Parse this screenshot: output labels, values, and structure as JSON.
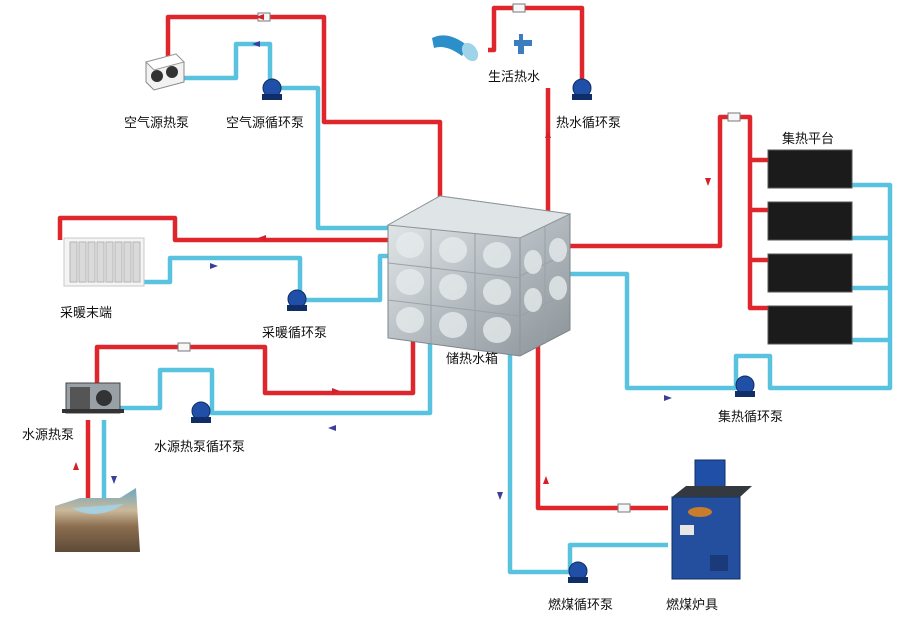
{
  "labels": {
    "air_source_heat_pump": "空气源热泵",
    "air_source_pump": "空气源循环泵",
    "domestic_hot_water": "生活热水",
    "hot_water_pump": "热水循环泵",
    "collector_platform": "集热平台",
    "heating_terminal": "采暖末端",
    "heating_pump": "采暖循环泵",
    "storage_tank": "储热水箱",
    "water_source_heat_pump": "水源热泵",
    "water_source_pump": "水源热泵循环泵",
    "collector_pump": "集热循环泵",
    "coal_pump": "燃煤循环泵",
    "coal_boiler": "燃煤炉具"
  },
  "colors": {
    "hot_pipe": "#e0262d",
    "cold_pipe": "#59c3df",
    "pump_body": "#1f4fa6",
    "collector_panel": "#1b1b1b",
    "tank": "#b9c0c4"
  }
}
